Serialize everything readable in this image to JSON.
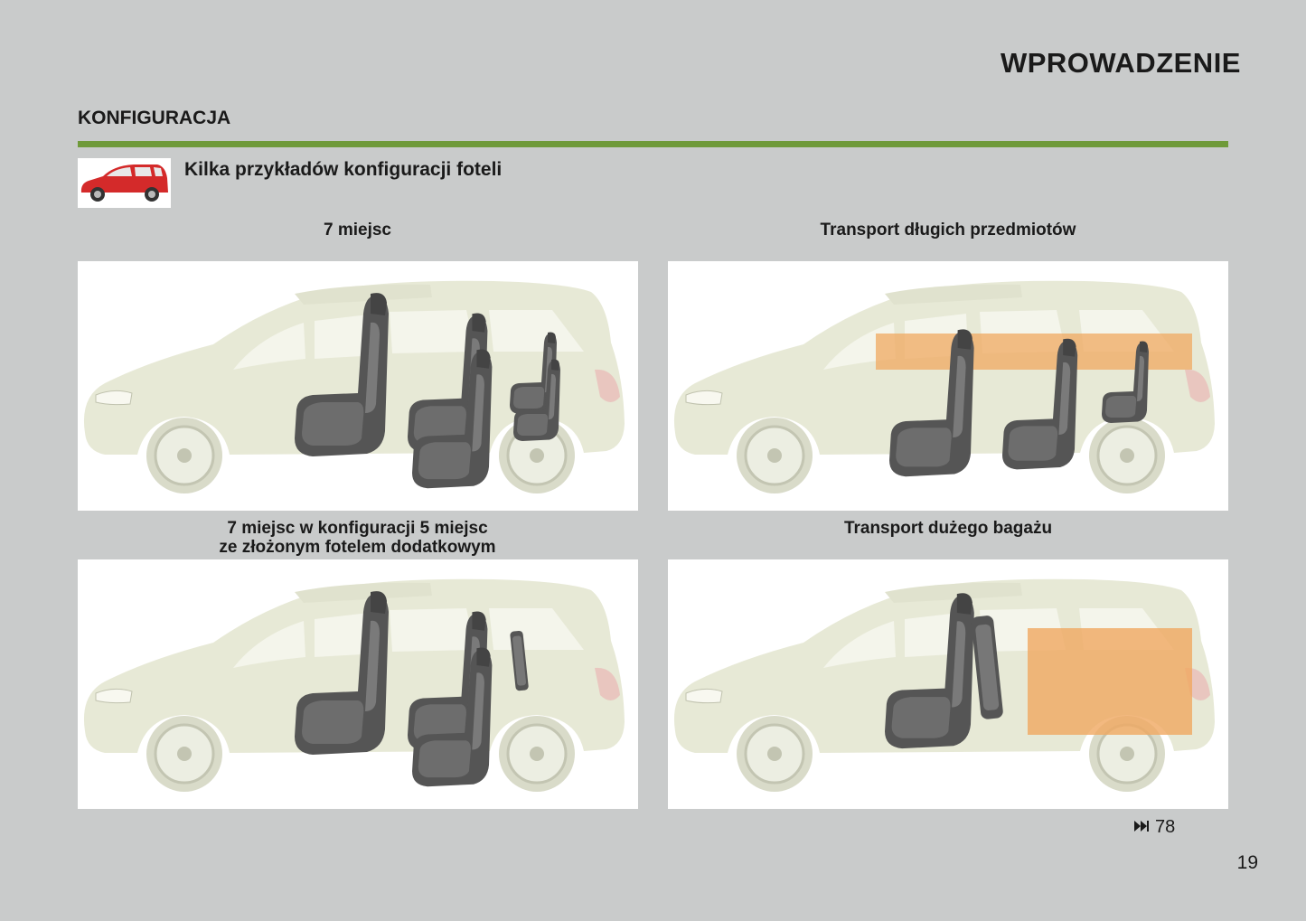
{
  "header": {
    "chapter": "WPROWADZENIE"
  },
  "section": {
    "title": "KONFIGURACJA",
    "subtitle": "Kilka przykładów konfiguracji foteli"
  },
  "panels": [
    {
      "caption": "7 miejsc",
      "mode": "seats7",
      "cargo": "none"
    },
    {
      "caption": "Transport długich przedmiotów",
      "mode": "long",
      "cargo": "long"
    },
    {
      "caption_line1": "7 miejsc w konfiguracji 5 miejsc",
      "caption_line2": "ze złożonym fotelem dodatkowym",
      "mode": "seats5",
      "cargo": "none"
    },
    {
      "caption": "Transport dużego bagażu",
      "mode": "bulk",
      "cargo": "box"
    }
  ],
  "footer": {
    "xref_icon": "skip-forward-icon",
    "xref_page": "78",
    "page_number": "19"
  },
  "colors": {
    "accent_green": "#6f9a3a",
    "cargo_orange": "#f0a860",
    "car_body": "#e6e8d4",
    "seat": "#555555",
    "thumb_car": "#d42a2a"
  }
}
